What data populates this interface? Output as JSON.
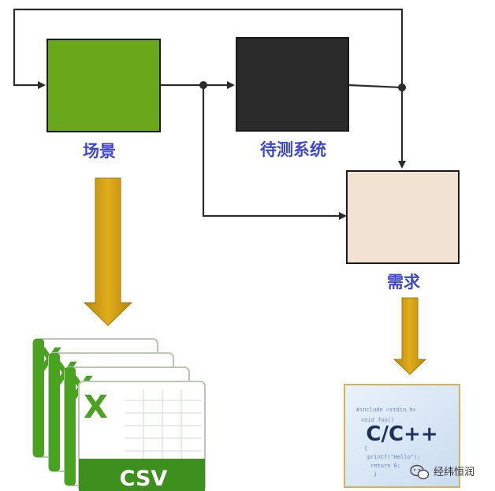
{
  "blocks": {
    "scene": {
      "label": "场景",
      "fill": "#6aa81b"
    },
    "sut": {
      "label": "待测系统",
      "fill": "#2a2a2a"
    },
    "requirement": {
      "label": "需求",
      "fill": "#f1e2d4"
    }
  },
  "outputs": {
    "csv": {
      "label": "CSV",
      "icon": "excel-spreadsheet-stack-icon"
    },
    "code": {
      "label": "C/C++",
      "lines": [
        "#include <stdio.h>",
        "void foo()",
        "{",
        "  printf(\"Hello\");",
        "  return 0;",
        "}"
      ]
    }
  },
  "watermark": {
    "label": "经纬恒润",
    "icon": "wechat-icon"
  },
  "colors": {
    "wire": "#2b2b2b",
    "label_text": "#3f48cc",
    "output_arrow": "#c8960a",
    "excel_green": "#4aa320",
    "csv_band": "#3d8f1e"
  }
}
